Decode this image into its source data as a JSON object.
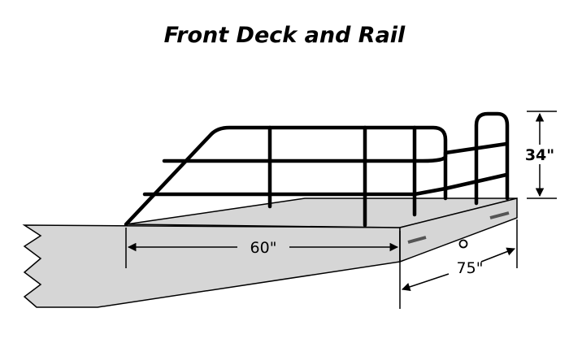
{
  "title": "Front Deck and Rail",
  "dimensions": {
    "rail_height": "34\"",
    "deck_depth": "60\"",
    "deck_width": "75\""
  },
  "colors": {
    "deck_fill": "#d6d6d6",
    "outline": "#000000",
    "background": "#ffffff"
  }
}
